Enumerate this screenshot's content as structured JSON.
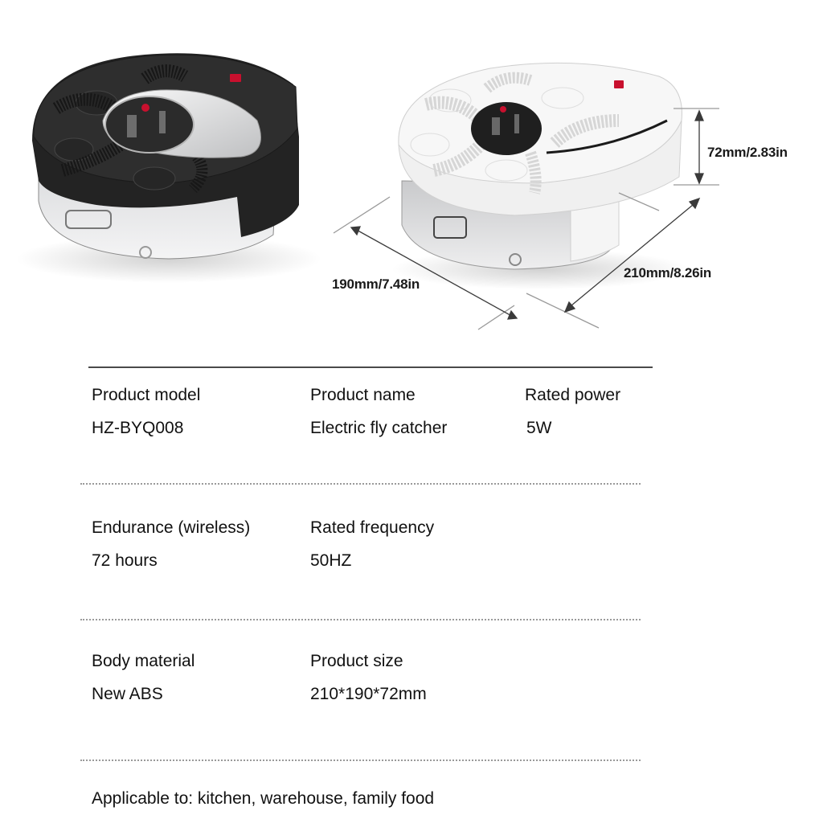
{
  "hero": {
    "images": [
      {
        "name": "black-fly-catcher",
        "body_color": "#2b2b2b"
      },
      {
        "name": "white-fly-catcher",
        "body_color": "#f2f2f2"
      }
    ],
    "switch_color": "#c8102e",
    "dimensions": {
      "height": "72mm/2.83in",
      "width": "190mm/7.48in",
      "depth": "210mm/8.26in"
    }
  },
  "specs": {
    "rows": [
      [
        {
          "label": "Product model",
          "value": "HZ-BYQ008"
        },
        {
          "label": "Product name",
          "value": "Electric fly catcher"
        },
        {
          "label": "Rated power",
          "value": "5W"
        }
      ],
      [
        {
          "label": "Endurance (wireless)",
          "value": "72 hours"
        },
        {
          "label": "Rated frequency",
          "value": "50HZ"
        }
      ],
      [
        {
          "label": "Body material",
          "value": "New ABS"
        },
        {
          "label": "Product size",
          "value": "210*190*72mm"
        }
      ]
    ],
    "applicable": "Applicable to: kitchen, warehouse, family food"
  }
}
